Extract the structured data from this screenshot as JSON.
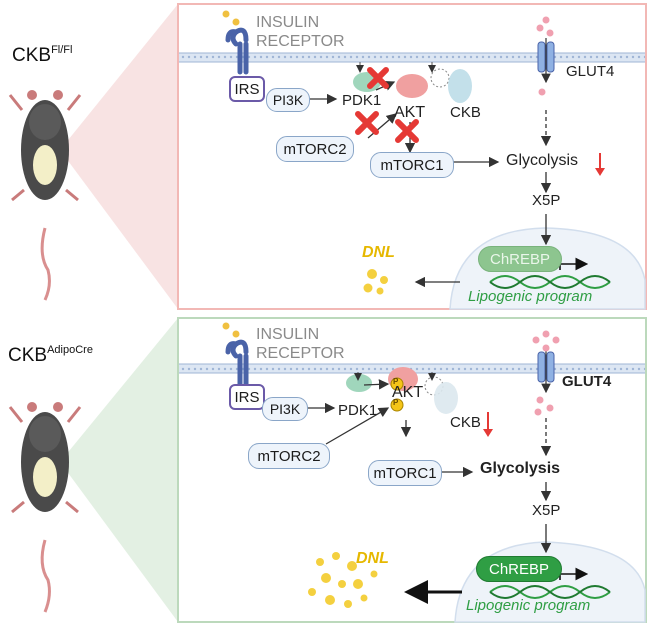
{
  "colors": {
    "top_panel_border": "#f2b8b5",
    "bottom_panel_border": "#bcd9bc",
    "membrane": "#b9cce6",
    "red_cross": "#e53935",
    "red_arrow": "#e53935",
    "dnl": "#e6b800",
    "lipogenic": "#2f9e44",
    "receptor": "#4a63a8",
    "irs_border": "#6b5aa8",
    "node_fill": "#eef4fb",
    "node_border": "#8aa6c8"
  },
  "icons": [
    "mouse-illustration",
    "insulin-receptor-icon",
    "glut4-transporter-icon",
    "glucose-dots",
    "enzyme-blob-icon",
    "phosphate-icon",
    "red-cross-icon",
    "dna-helix-icon",
    "nucleus-arc"
  ],
  "panels": [
    {
      "mouse_label": "CKB",
      "mouse_label_sup": "Fl/Fl",
      "insulin": "INSULIN",
      "receptor": "RECEPTOR",
      "irs": "IRS",
      "pi3k": "PI3K",
      "pdk1": "PDK1",
      "akt": "AKT",
      "ckb": "CKB",
      "mtorc2": "mTORC2",
      "mtorc1": "mTORC1",
      "glut4": "GLUT4",
      "glycolysis": "Glycolysis",
      "x5p": "X5P",
      "chrebp": "ChREBP",
      "dnl": "DNL",
      "lipogenic": "Lipogenic program"
    },
    {
      "mouse_label": "CKB",
      "mouse_label_sup": "AdipoCre",
      "insulin": "INSULIN",
      "receptor": "RECEPTOR",
      "irs": "IRS",
      "pi3k": "PI3K",
      "pdk1": "PDK1",
      "akt": "AKT",
      "ckb": "CKB",
      "mtorc2": "mTORC2",
      "mtorc1": "mTORC1",
      "glut4": "GLUT4",
      "glycolysis": "Glycolysis",
      "x5p": "X5P",
      "chrebp": "ChREBP",
      "dnl": "DNL",
      "lipogenic": "Lipogenic program",
      "phospho": "P"
    }
  ]
}
